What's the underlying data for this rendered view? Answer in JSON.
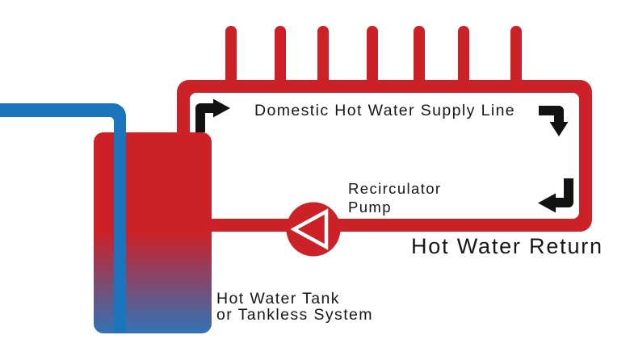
{
  "diagram": {
    "title": "Hot water recirculation loop schematic",
    "labels": {
      "supply_line": "Domestic Hot Water Supply Line",
      "pump_line1": "Recirculator",
      "pump_line2": "Pump",
      "hot_water_return": "Hot Water Return",
      "tank_line1": "Hot Water Tank",
      "tank_line2": "or Tankless System"
    },
    "colors": {
      "pipe_red": "#cb2127",
      "pipe_blue": "#1b75bc",
      "tank_bottom_blue": "#3173b7",
      "arrow_black": "#121212",
      "label_text": "#161616",
      "background": "#ffffff"
    },
    "icons": {
      "supply_start_arrow": "elbow arrow, up then right",
      "supply_end_arrow": "elbow arrow, right then down",
      "return_arrow": "elbow arrow, down then left",
      "pump_direction": "left-pointing triangle inside circle"
    },
    "fixture_stub_count": 7
  }
}
